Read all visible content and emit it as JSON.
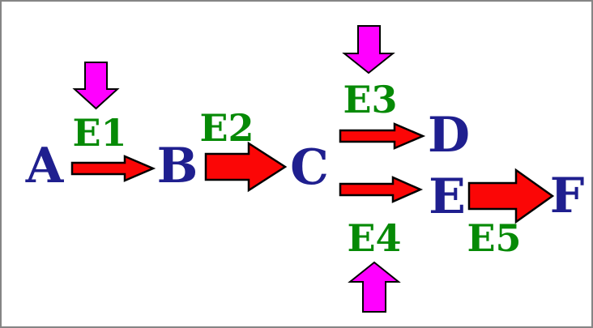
{
  "diagram": {
    "title": "metabolic-pathway",
    "nodes": [
      {
        "id": "A",
        "label": "A"
      },
      {
        "id": "B",
        "label": "B"
      },
      {
        "id": "C",
        "label": "C"
      },
      {
        "id": "D",
        "label": "D"
      },
      {
        "id": "E",
        "label": "E"
      },
      {
        "id": "F",
        "label": "F"
      }
    ],
    "enzymes": [
      {
        "id": "E1",
        "label": "E1"
      },
      {
        "id": "E2",
        "label": "E2"
      },
      {
        "id": "E3",
        "label": "E3"
      },
      {
        "id": "E4",
        "label": "E4"
      },
      {
        "id": "E5",
        "label": "E5"
      }
    ],
    "edges": [
      {
        "from": "A",
        "to": "B",
        "enzyme": "E1",
        "arrow": "thin-red"
      },
      {
        "from": "B",
        "to": "C",
        "enzyme": "E2",
        "arrow": "thick-red"
      },
      {
        "from": "C",
        "to": "D",
        "enzyme": "E3",
        "arrow": "thin-red"
      },
      {
        "from": "C",
        "to": "E",
        "enzyme": "E4",
        "arrow": "thin-red"
      },
      {
        "from": "E",
        "to": "F",
        "enzyme": "E5",
        "arrow": "thick-red"
      }
    ],
    "regulation_arrows": [
      {
        "target": "E1",
        "direction": "down"
      },
      {
        "target": "E3",
        "direction": "down"
      },
      {
        "target": "E4",
        "direction": "up"
      }
    ],
    "colors": {
      "reaction_arrow": "#fb0606",
      "regulation_arrow": "#ff00ff",
      "enzyme_label": "#068a06",
      "node_letter": "#1f1f8f",
      "outline": "#000000",
      "frame_border": "#858585",
      "background": "#ffffff"
    }
  }
}
